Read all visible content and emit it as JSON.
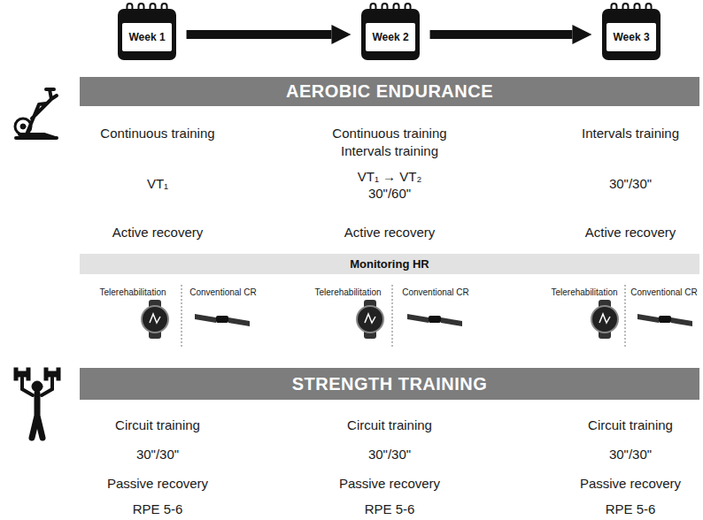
{
  "diagram": {
    "nodes": [
      {
        "text": [
          "Week 1"
        ]
      },
      {
        "text": [
          "Week 2"
        ]
      },
      {
        "text": [
          "Week 3"
        ]
      },
      {
        "text": [
          "AEROBIC ENDURANCE"
        ]
      },
      {
        "text": [
          "Monitoring HR"
        ]
      },
      {
        "text": [
          "STRENGTH TRAINING"
        ]
      }
    ],
    "edges": [
      {
        "from": 0,
        "to": 1,
        "arrow": "to"
      },
      {
        "from": 1,
        "to": 2,
        "arrow": "to"
      }
    ],
    "labels": [
      "Continuous training",
      "Continuous training",
      "Intervals training",
      "Intervals training",
      "VT₁",
      "VT₁ → VT₂",
      "30\"/60\"",
      "30\"/30\"",
      "Active recovery",
      "Active recovery",
      "Active recovery",
      "Telerehabilitation",
      "Conventional CR",
      "Telerehabilitation",
      "Conventional CR",
      "Telerehabilitation",
      "Conventional CR",
      "Circuit training",
      "Circuit training",
      "Circuit training",
      "30\"/30\"",
      "30\"/30\"",
      "30\"/30\"",
      "Passive recovery",
      "Passive recovery",
      "Passive recovery",
      "RPE 5-6",
      "RPE 5-6",
      "RPE 5-6"
    ]
  }
}
